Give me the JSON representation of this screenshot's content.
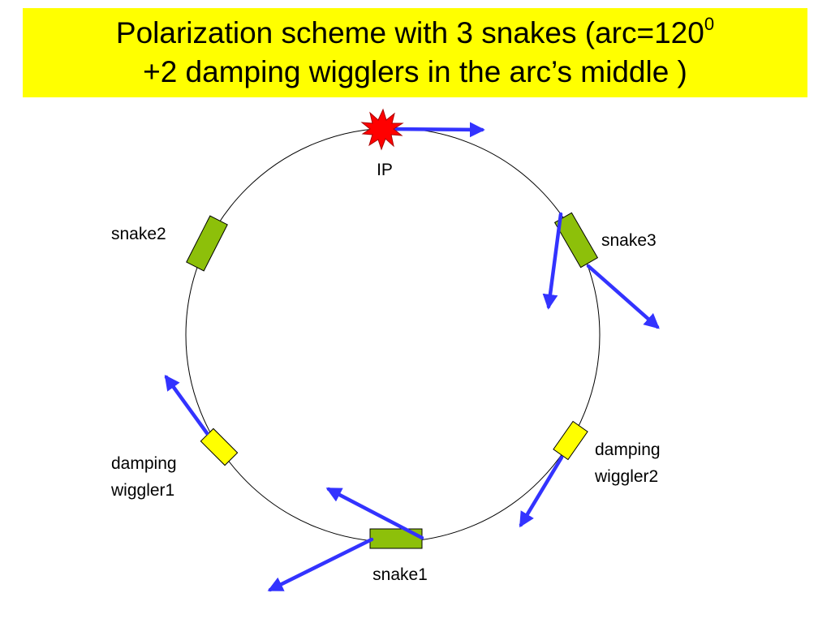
{
  "title": {
    "line1_text": "Polarization scheme with 3 snakes (arc=120",
    "line1_superscript": "0",
    "line2_text": "+2 damping wigglers in the arc’s middle )"
  },
  "labels": {
    "ip": "IP",
    "snake1": "snake1",
    "snake2": "snake2",
    "snake3": "snake3",
    "wiggler1_line1": "damping",
    "wiggler1_line2": "wiggler1",
    "wiggler2_line1": "damping",
    "wiggler2_line2": "wiggler2"
  },
  "colors": {
    "title_background": "#ffff00",
    "snake_fill": "#8dc00a",
    "wiggler_fill": "#ffff00",
    "arrow": "#3333ff",
    "ip_burst": "#ff0000"
  }
}
